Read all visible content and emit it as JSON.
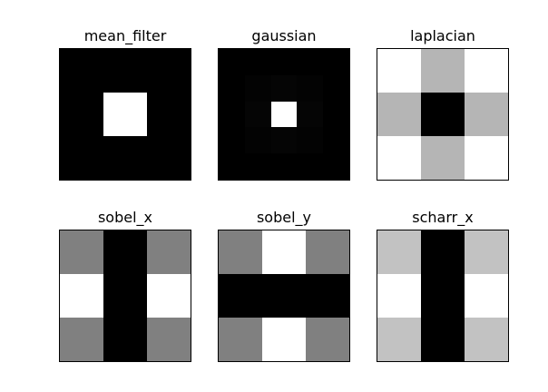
{
  "chart_data": [
    {
      "type": "heatmap",
      "title": "mean_filter",
      "grid_rows": 3,
      "grid_cols": 3,
      "colormap": "gray",
      "axes_visible": false,
      "intensity": [
        [
          0.0,
          0.0,
          0.0
        ],
        [
          0.0,
          1.0,
          0.0
        ],
        [
          0.0,
          0.0,
          0.0
        ]
      ]
    },
    {
      "type": "heatmap",
      "title": "gaussian",
      "grid_rows": 5,
      "grid_cols": 5,
      "colormap": "gray",
      "axes_visible": false,
      "intensity": [
        [
          0.0,
          0.0,
          0.0,
          0.0,
          0.0
        ],
        [
          0.0,
          0.01,
          0.02,
          0.01,
          0.0
        ],
        [
          0.0,
          0.02,
          1.0,
          0.02,
          0.0
        ],
        [
          0.0,
          0.01,
          0.02,
          0.01,
          0.0
        ],
        [
          0.0,
          0.0,
          0.0,
          0.0,
          0.0
        ]
      ]
    },
    {
      "type": "heatmap",
      "title": "laplacian",
      "grid_rows": 3,
      "grid_cols": 3,
      "colormap": "gray",
      "axes_visible": false,
      "intensity": [
        [
          1.0,
          0.71,
          1.0
        ],
        [
          0.71,
          0.0,
          0.71
        ],
        [
          1.0,
          0.71,
          1.0
        ]
      ]
    },
    {
      "type": "heatmap",
      "title": "sobel_x",
      "grid_rows": 3,
      "grid_cols": 3,
      "colormap": "gray",
      "axes_visible": false,
      "intensity": [
        [
          0.5,
          0.0,
          0.5
        ],
        [
          1.0,
          0.0,
          1.0
        ],
        [
          0.5,
          0.0,
          0.5
        ]
      ]
    },
    {
      "type": "heatmap",
      "title": "sobel_y",
      "grid_rows": 3,
      "grid_cols": 3,
      "colormap": "gray",
      "axes_visible": false,
      "intensity": [
        [
          0.5,
          1.0,
          0.5
        ],
        [
          0.0,
          0.0,
          0.0
        ],
        [
          0.5,
          1.0,
          0.5
        ]
      ]
    },
    {
      "type": "heatmap",
      "title": "scharr_x",
      "grid_rows": 3,
      "grid_cols": 3,
      "colormap": "gray",
      "axes_visible": false,
      "intensity": [
        [
          0.76,
          0.0,
          0.76
        ],
        [
          1.0,
          0.0,
          1.0
        ],
        [
          0.76,
          0.0,
          0.76
        ]
      ]
    }
  ]
}
